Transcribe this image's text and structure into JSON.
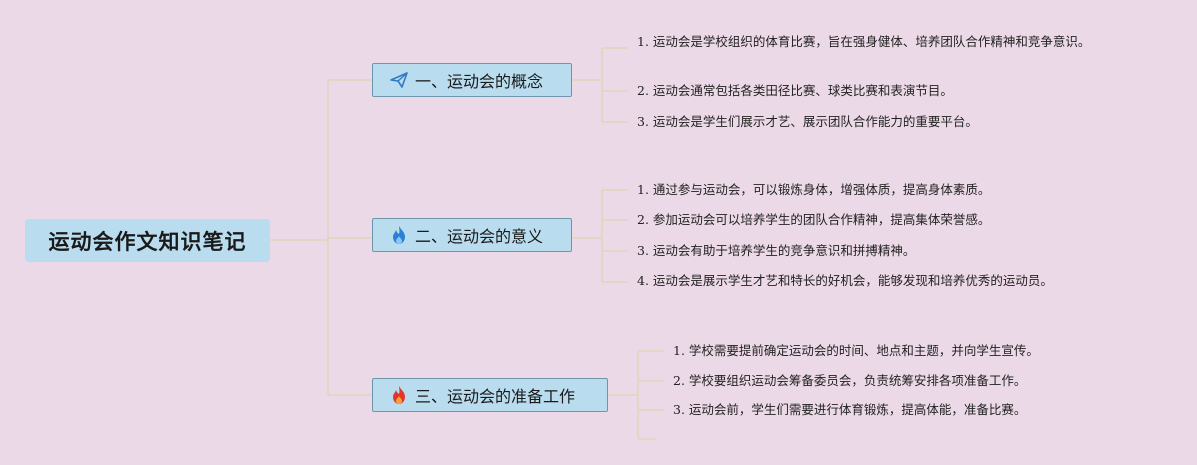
{
  "root": {
    "title": "运动会作文知识笔记"
  },
  "branches": [
    {
      "label": "一、运动会的概念",
      "icon": "paper-plane-icon",
      "items": [
        "1. 运动会是学校组织的体育比赛，旨在强身健体、培养团队合作精神和竞争意识。",
        "2. 运动会通常包括各类田径比赛、球类比赛和表演节目。",
        "3. 运动会是学生们展示才艺、展示团队合作能力的重要平台。"
      ]
    },
    {
      "label": "二、运动会的意义",
      "icon": "blue-flame-icon",
      "items": [
        "1. 通过参与运动会，可以锻炼身体，增强体质，提高身体素质。",
        "2. 参加运动会可以培养学生的团队合作精神，提高集体荣誉感。",
        "3. 运动会有助于培养学生的竞争意识和拼搏精神。",
        "4. 运动会是展示学生才艺和特长的好机会，能够发现和培养优秀的运动员。"
      ]
    },
    {
      "label": "三、运动会的准备工作",
      "icon": "red-flame-icon",
      "items": [
        "1. 学校需要提前确定运动会的时间、地点和主题，并向学生宣传。",
        "2. 学校要组织运动会筹备委员会，负责统筹安排各项准备工作。",
        "3. 运动会前，学生们需要进行体育锻炼，提高体能，准备比赛。"
      ]
    }
  ],
  "colors": {
    "background": "#ecd9e7",
    "node": "#b9dcef",
    "line": "#e3d3b4"
  }
}
